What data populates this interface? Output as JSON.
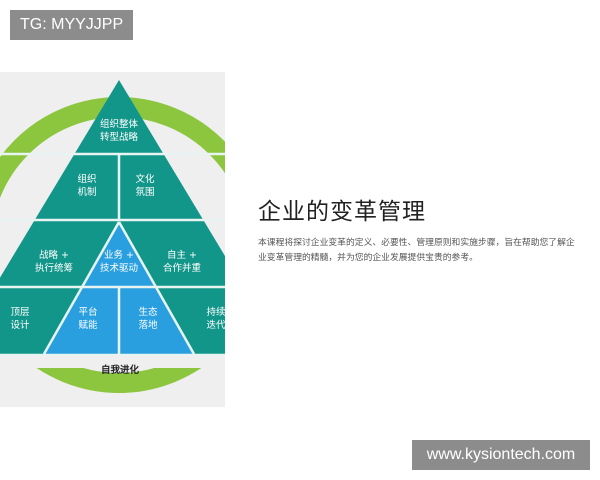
{
  "watermark_tag": "TG: MYYJJPP",
  "site_tag": "www.kysiontech.com",
  "diagram": {
    "top": [
      "组织整体",
      "转型战略"
    ],
    "row2": [
      [
        "组织",
        "机制"
      ],
      [
        "文化",
        "氛围"
      ]
    ],
    "row3": [
      [
        "战略 +",
        "执行统筹"
      ],
      [
        "业务 +",
        "技术驱动"
      ],
      [
        "自主 +",
        "合作并重"
      ]
    ],
    "row4": [
      [
        "顶层",
        "设计"
      ],
      [
        "平台",
        "赋能"
      ],
      [
        "生态",
        "落地"
      ],
      [
        "持续",
        "迭代"
      ]
    ],
    "cycle": "自我进化",
    "colors": {
      "teal": "#13968a",
      "blue": "#2a9fe0",
      "green": "#8cc63f"
    }
  },
  "title": "企业的变革管理",
  "description": "本课程将探讨企业变革的定义、必要性、管理原则和实施步骤，旨在帮助您了解企业变革管理的精髓，并为您的企业发展提供宝贵的参考。"
}
